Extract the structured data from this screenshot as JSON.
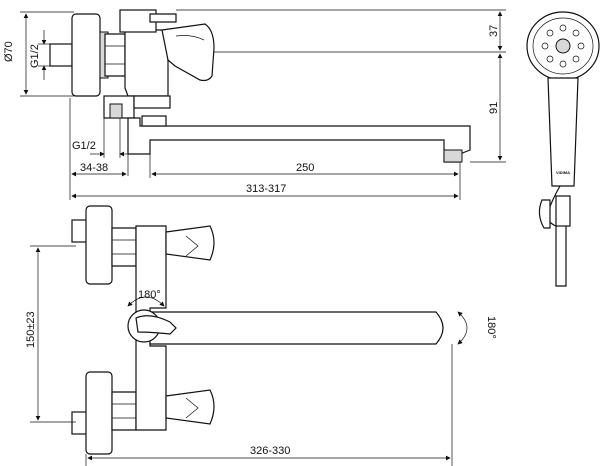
{
  "labels": {
    "diameter": "Ø70",
    "thread_left": "G1/2",
    "thread_bottom": "G1/2",
    "dim_34_38": "34-38",
    "dim_250": "250",
    "dim_313_317": "313-317",
    "dim_37": "37",
    "dim_91": "91",
    "rot_mid": "180°",
    "rot_right": "180°",
    "dim_150": "150±23",
    "dim_326_330": "326-330",
    "brand": "VIDIMA"
  },
  "colors": {
    "line": "#111111",
    "background": "#ffffff"
  }
}
